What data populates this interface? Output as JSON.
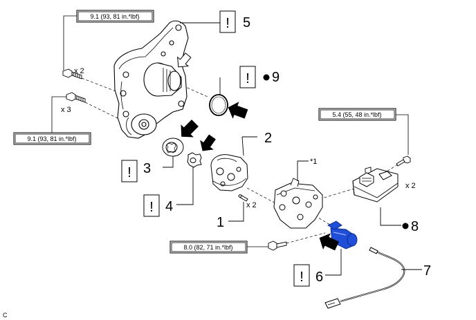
{
  "torque_specs": {
    "spec_upper_left": "9.1 (93, 81 in.*lbf)",
    "spec_left": "9.1 (93, 81 in.*lbf)",
    "spec_right": "5.4 (55, 48 in.*lbf)",
    "spec_bottom": "8.0 (82, 71 in.*lbf)"
  },
  "quantities": {
    "qty_bolts_upper": "x 2",
    "qty_bolts_left": "x 3",
    "qty_pins": "x 2",
    "qty_bolts_right": "x 2"
  },
  "callouts": {
    "n1": "1",
    "n2": "2",
    "n3": "3",
    "n4": "4",
    "n5": "5",
    "n6": "6",
    "n7": "7",
    "n8": "8",
    "n9": "9",
    "star1": "*1",
    "caution_mark": "!",
    "corner_code": "C"
  },
  "colors": {
    "highlight_part": "#1f4fd8",
    "line": "#000000"
  },
  "icons": {
    "caution": "exclamation-box-icon",
    "replace_part": "filled-dot-icon",
    "direction": "black-arrow-icon"
  }
}
